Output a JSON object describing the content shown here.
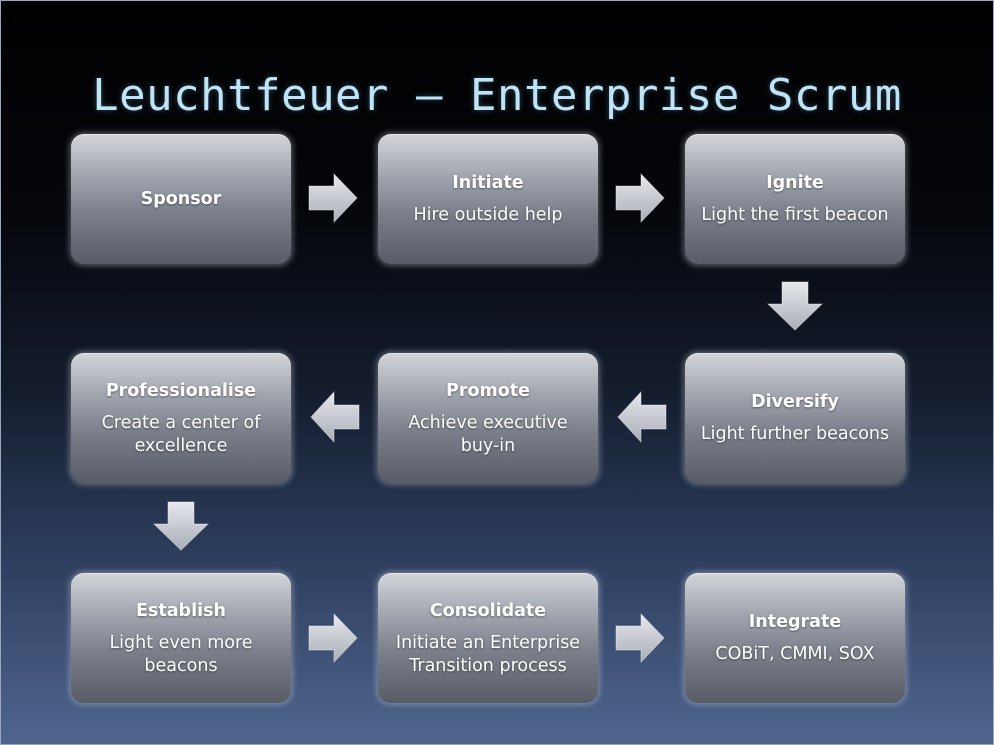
{
  "slide": {
    "title": "Leuchtfeuer – Enterprise Scrum"
  },
  "steps": [
    {
      "title": "Sponsor",
      "desc": ""
    },
    {
      "title": "Initiate",
      "desc": "Hire outside help"
    },
    {
      "title": "Ignite",
      "desc": "Light the first beacon"
    },
    {
      "title": "Diversify",
      "desc": "Light further beacons"
    },
    {
      "title": "Promote",
      "desc": "Achieve executive buy-in"
    },
    {
      "title": "Professionalise",
      "desc": "Create a center of excellence"
    },
    {
      "title": "Establish",
      "desc": "Light even more beacons"
    },
    {
      "title": "Consolidate",
      "desc": "Initiate an Enterprise Transition process"
    },
    {
      "title": "Integrate",
      "desc": "COBiT, CMMI, SOX"
    }
  ],
  "connectors": [
    {
      "from": "Sponsor",
      "to": "Initiate",
      "direction": "right"
    },
    {
      "from": "Initiate",
      "to": "Ignite",
      "direction": "right"
    },
    {
      "from": "Ignite",
      "to": "Diversify",
      "direction": "down"
    },
    {
      "from": "Diversify",
      "to": "Promote",
      "direction": "left"
    },
    {
      "from": "Promote",
      "to": "Professionalise",
      "direction": "left"
    },
    {
      "from": "Professionalise",
      "to": "Establish",
      "direction": "down"
    },
    {
      "from": "Establish",
      "to": "Consolidate",
      "direction": "right"
    },
    {
      "from": "Consolidate",
      "to": "Integrate",
      "direction": "right"
    }
  ],
  "colors": {
    "title": "#bfe3f7",
    "box_top": "#d3d5da",
    "box_bottom": "#575c67",
    "arrow": "#c9cbd0",
    "background_bottom": "#50668f"
  }
}
